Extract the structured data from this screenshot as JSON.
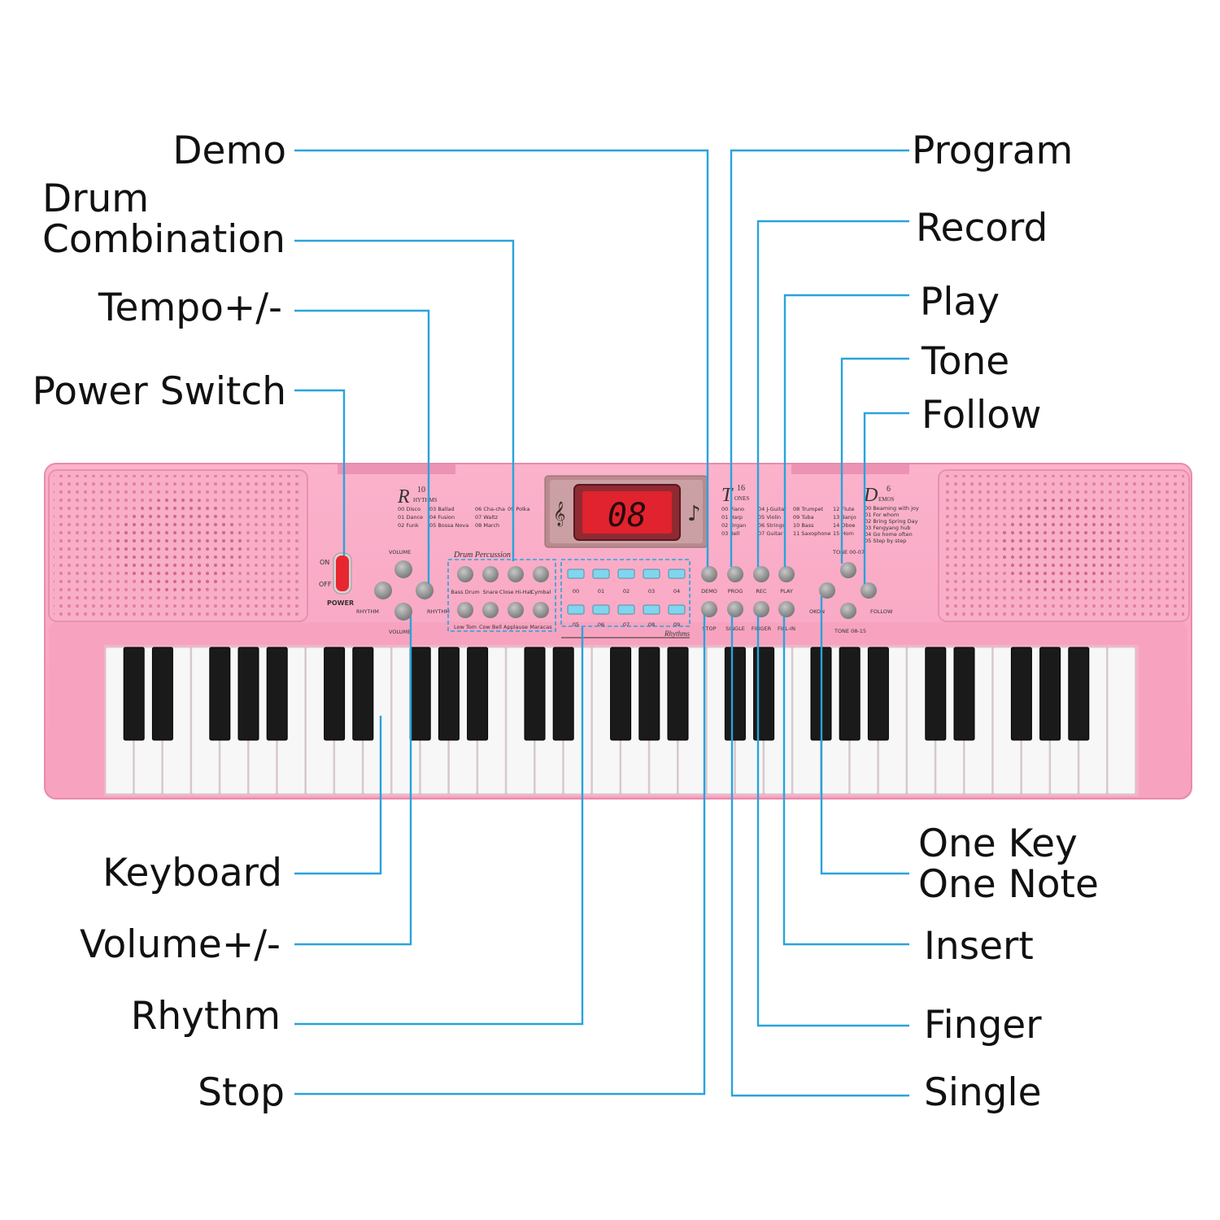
{
  "callouts_left": [
    {
      "id": "demo",
      "text": "Demo"
    },
    {
      "id": "drum",
      "line1": "Drum",
      "line2": "Combination"
    },
    {
      "id": "tempo",
      "text": "Tempo+/-"
    },
    {
      "id": "power",
      "text": "Power Switch"
    },
    {
      "id": "keyboard",
      "text": "Keyboard"
    },
    {
      "id": "volume",
      "text": "Volume+/-"
    },
    {
      "id": "rhythm",
      "text": "Rhythm"
    },
    {
      "id": "stop",
      "text": "Stop"
    }
  ],
  "callouts_right": [
    {
      "id": "program",
      "text": "Program"
    },
    {
      "id": "record",
      "text": "Record"
    },
    {
      "id": "play",
      "text": "Play"
    },
    {
      "id": "tone",
      "text": "Tone"
    },
    {
      "id": "follow",
      "text": "Follow"
    },
    {
      "id": "onekey",
      "line1": "One Key",
      "line2": "One Note"
    },
    {
      "id": "insert",
      "text": "Insert"
    },
    {
      "id": "finger",
      "text": "Finger"
    },
    {
      "id": "single",
      "text": "Single"
    }
  ],
  "panel": {
    "display_value": "08",
    "power_on": "ON",
    "power_off": "OFF",
    "power": "POWER",
    "volume": "VOLUME",
    "rhythm": "RHYTHM",
    "rhythms_head": {
      "letter": "R",
      "count": "10",
      "word": "HYTHMS"
    },
    "rhythm_list": [
      "00 Disco",
      "01 Dance",
      "02 Funk",
      "03 Ballad",
      "04 Fusion",
      "05 Bossa Nova",
      "06 Cha-cha",
      "07 Waltz",
      "08 March",
      "09 Polka"
    ],
    "tones_head": {
      "letter": "T",
      "count": "16",
      "word": "ONES"
    },
    "tone_list": [
      "00 Piano",
      "01 Harp",
      "02 Organ",
      "03 Bell",
      "04 J-Guitar",
      "05 Violin",
      "06 Strings",
      "07 Guitar",
      "08 Trumpet",
      "09 Tuba",
      "10 Bass",
      "11 Saxophone",
      "12 Flute",
      "13 Banjo",
      "14 Oboe",
      "15 Horn"
    ],
    "demos_head": {
      "letter": "D",
      "count": "6",
      "word": "EMOS"
    },
    "demo_list": [
      "00 Beaming with joy",
      "01 For whom",
      "02 Bring Spring Day",
      "03 Fengyang hub",
      "04 Go home often",
      "05 Step by step"
    ],
    "drum_title": "Drum Percussion",
    "drum_buttons": [
      "Bass Drum",
      "Snare",
      "Close Hi-Hat",
      "Cymbal",
      "Low Tom",
      "Cow Bell",
      "Applause",
      "Maracas"
    ],
    "rhythm_numbers": [
      "00",
      "01",
      "02",
      "03",
      "04",
      "05",
      "06",
      "07",
      "08",
      "09"
    ],
    "rhythms_caption": "Rhythms",
    "function_top": [
      "DEMO",
      "PROG",
      "REC",
      "PLAY"
    ],
    "function_bottom": [
      "STOP",
      "SINGLE",
      "FINGER",
      "FILL-IN"
    ],
    "tone_top": "TONE 00-07",
    "tone_bottom": "TONE 08-15",
    "okon": "OKON",
    "follow": "FOLLOW"
  },
  "colors": {
    "leader": "#29a3dc",
    "body": "#f9a9c4",
    "body_dark": "#f28fb2",
    "display": "#e0232e",
    "rhythm_button": "#7fd6ee"
  }
}
